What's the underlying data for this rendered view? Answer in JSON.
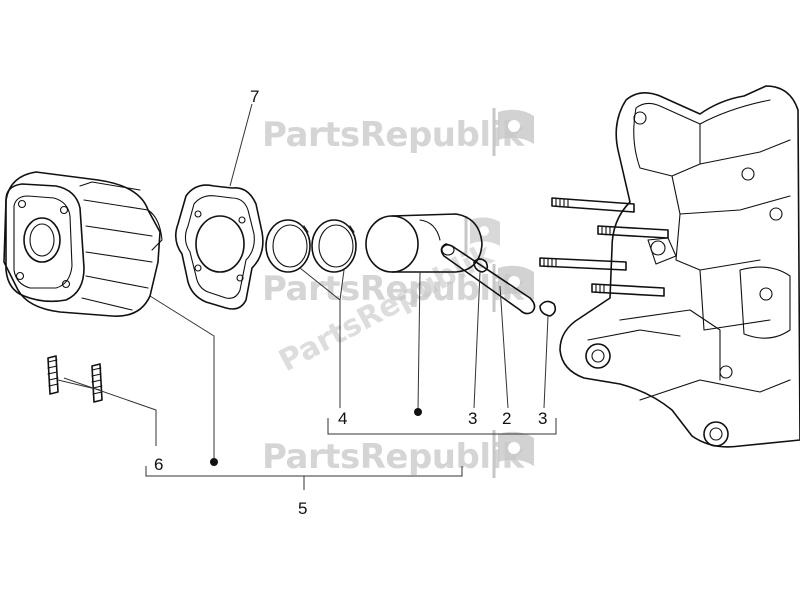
{
  "diagram": {
    "callouts": {
      "n7": "7",
      "n6": "6",
      "n5": "5",
      "n4": "4",
      "n3a": "3",
      "n2": "2",
      "n3b": "3"
    },
    "watermark": {
      "text": "PartsRepublik",
      "color": "#c7c7c7"
    }
  }
}
